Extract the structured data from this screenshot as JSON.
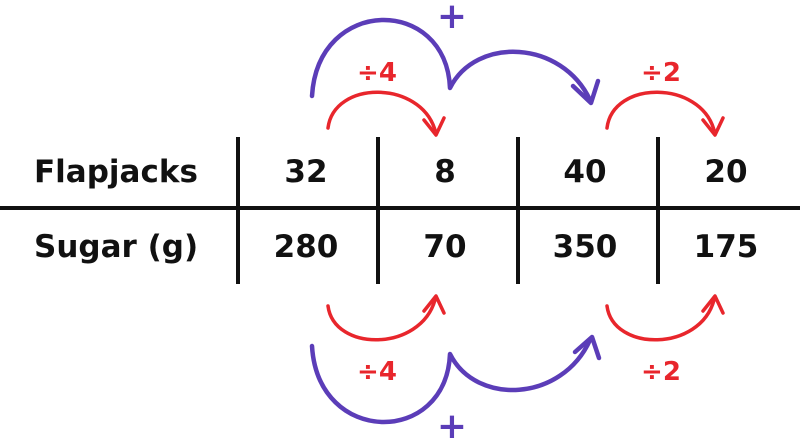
{
  "colors": {
    "text": "#111111",
    "grid": "#111111",
    "divide_arrow": "#e8262c",
    "plus_arrow": "#5b3db8"
  },
  "table": {
    "rows": [
      {
        "label": "Flapjacks",
        "values": [
          "32",
          "8",
          "40",
          "20"
        ]
      },
      {
        "label": "Sugar (g)",
        "values": [
          "280",
          "70",
          "350",
          "175"
        ]
      }
    ]
  },
  "annotations": {
    "top": {
      "plus": "+",
      "divide_left": "÷4",
      "divide_right": "÷2"
    },
    "bottom": {
      "plus": "+",
      "divide_left": "÷4",
      "divide_right": "÷2"
    }
  }
}
